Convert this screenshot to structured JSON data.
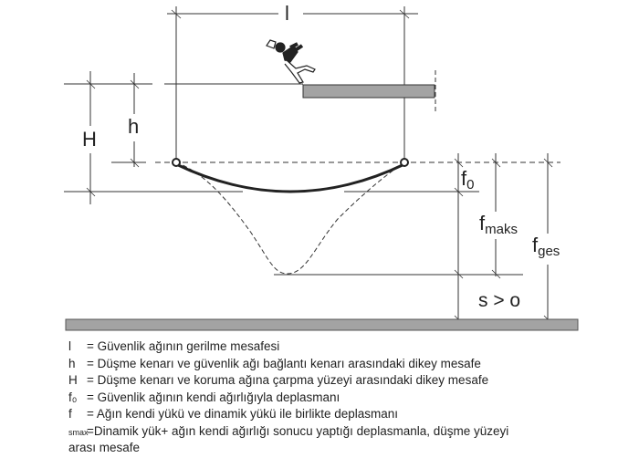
{
  "labels": {
    "l": "l",
    "H": "H",
    "h": "h",
    "f0": "f",
    "f0_sub": "0",
    "fmaks": "f",
    "fmaks_sub": "maks",
    "fges": "f",
    "fges_sub": "ges",
    "s_gt_o": "s > o"
  },
  "legend": [
    {
      "symbol": "l",
      "text": "= Güvenlik ağının gerilme mesafesi"
    },
    {
      "symbol": "h",
      "text": "= Düşme kenarı ve güvenlik ağı bağlantı kenarı arasındaki dikey mesafe"
    },
    {
      "symbol": "H",
      "text": "= Düşme kenarı ve koruma ağına çarpma yüzeyi arasındaki dikey mesafe"
    },
    {
      "symbol": "f₀",
      "text": "= Güvenlik ağının kendi ağırlığıyla deplasmanı"
    },
    {
      "symbol": "f",
      "text": "= Ağın kendi yükü ve dinamik yükü ile birlikte deplasmanı"
    },
    {
      "symbol": "smax",
      "text": "=Dinamik yük+ ağın kendi ağırlığı sonucu yaptığı deplasmanla, düşme yüzeyi"
    },
    {
      "symbol": "",
      "text": "arası mesafe"
    }
  ],
  "colors": {
    "line": "#333333",
    "platform": "#a3a3a3"
  }
}
